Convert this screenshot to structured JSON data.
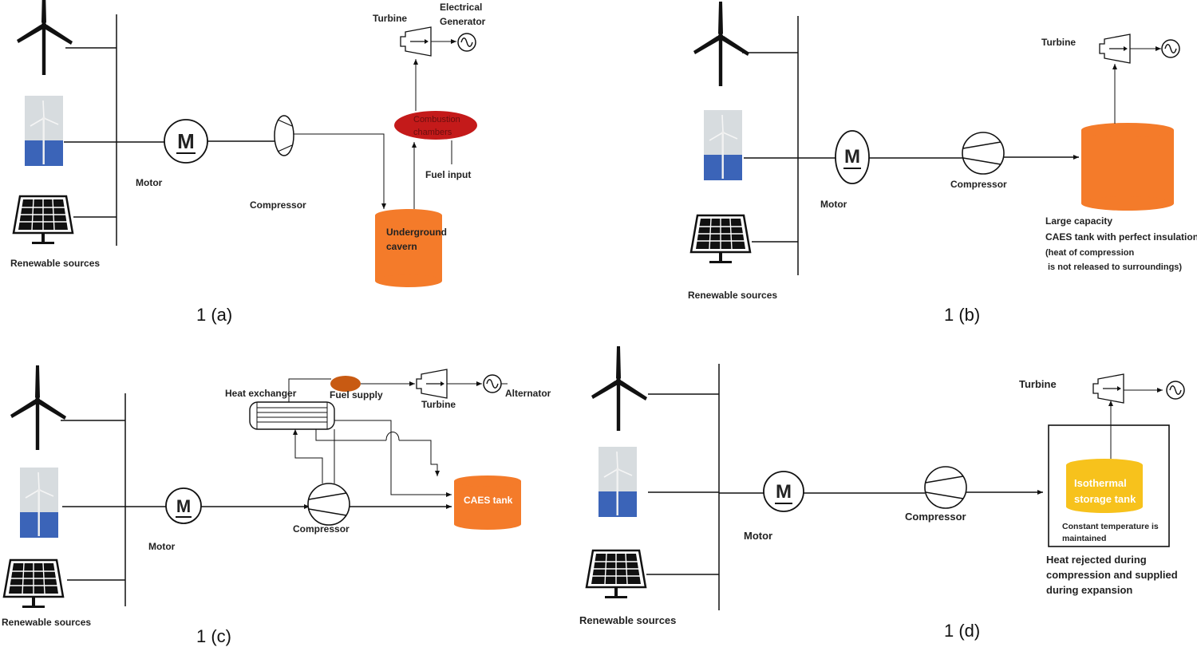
{
  "panels": {
    "a": {
      "caption": "1 (a)",
      "motor_symbol": "M",
      "motor": "Motor",
      "compressor": "Compressor",
      "turbine": "Turbine",
      "generator_line1": "Electrical",
      "generator_line2": "Generator",
      "combustion_line1": "Combustion",
      "combustion_line2": "chambers",
      "fuel": "Fuel input",
      "cavern_line1": "Underground",
      "cavern_line2": "cavern",
      "renewables": "Renewable sources"
    },
    "b": {
      "caption": "1 (b)",
      "motor_symbol": "M",
      "motor": "Motor",
      "compressor": "Compressor",
      "turbine": "Turbine",
      "tank_line1": "Large capacity",
      "tank_line2": "CAES tank with perfect insulation",
      "tank_line3": "(heat of compression",
      "tank_line4": "is not released to surroundings)",
      "renewables": "Renewable sources"
    },
    "c": {
      "caption": "1 (c)",
      "motor_symbol": "M",
      "motor": "Motor",
      "compressor": "Compressor",
      "heat_exchanger": "Heat exchanger",
      "fuel": "Fuel supply",
      "turbine": "Turbine",
      "alternator": "Alternator",
      "tank": "CAES tank",
      "renewables": "Renewable sources"
    },
    "d": {
      "caption": "1 (d)",
      "motor_symbol": "M",
      "motor": "Motor",
      "compressor": "Compressor",
      "turbine": "Turbine",
      "tank_line1": "Isothermal",
      "tank_line2": "storage tank",
      "const_line1": "Constant temperature is",
      "const_line2": "maintained",
      "heat_line1": "Heat rejected during",
      "heat_line2": "compression and supplied",
      "heat_line3": "during expansion",
      "renewables": "Renewable sources"
    }
  },
  "colors": {
    "orange": "#f47b2a",
    "red": "#c41a1a",
    "fuel_brown": "#c85a12",
    "yellow": "#f7c21c",
    "water_blue": "#3b64b8",
    "sky_grey": "#d7dcdf"
  }
}
